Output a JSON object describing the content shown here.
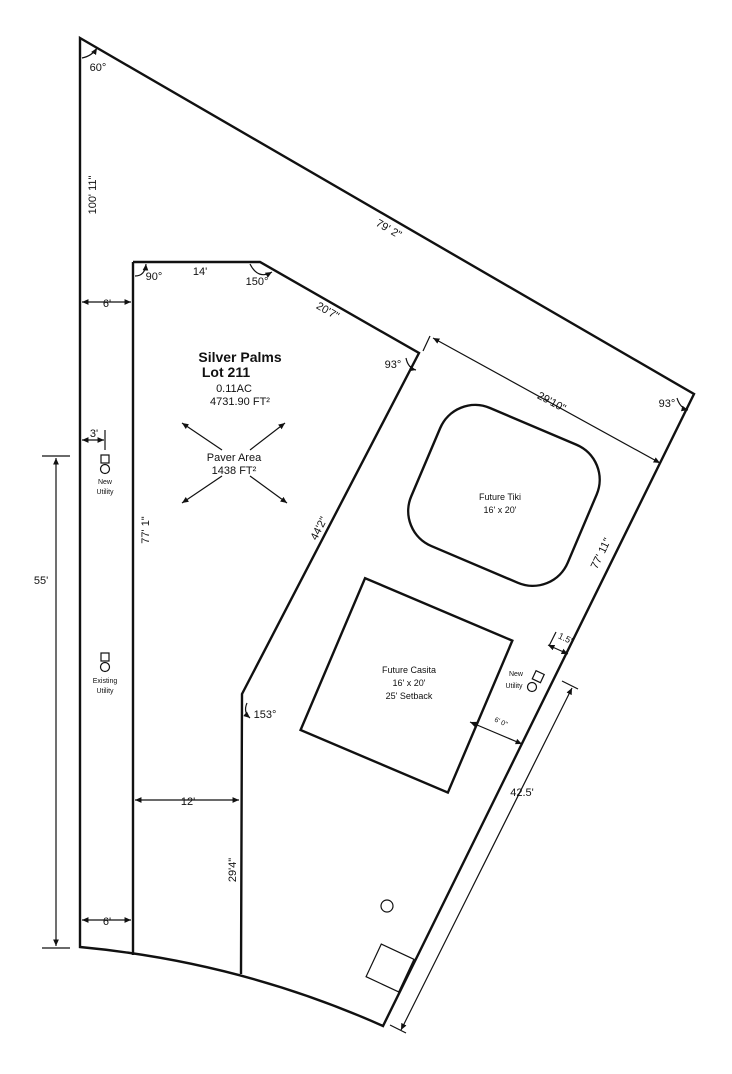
{
  "lot": {
    "name": "Silver Palms",
    "number": "Lot 211",
    "acreage": "0.11AC",
    "area": "4731.90 FT²"
  },
  "paver": {
    "label": "Paver Area",
    "area": "1438 FT²"
  },
  "dimensions": {
    "west_side": "100' 11\"",
    "north_east_side": "79' 2\"",
    "east_side": "77' 11\"",
    "paver_top": "14'",
    "paver_diag": "20'7\"",
    "paver_east": "44'2\"",
    "paver_west": "77' 1\"",
    "paver_bottom": "29'4\"",
    "setback_6_top": "6'",
    "setback_6_bottom": "6'",
    "setback_3": "3'",
    "setback_12": "12'",
    "span_55": "55'",
    "span_42_5": "42.5'",
    "span_29_10": "29'10\"",
    "utility_offset": "1.5'",
    "casita_offset": "6' 0\""
  },
  "angles": {
    "top": "60°",
    "paver_nw": "90°",
    "paver_ne": "150°",
    "paver_diag_end": "93°",
    "lot_east": "93°",
    "paver_sw": "153°"
  },
  "utilities": {
    "new_west_line1": "New",
    "new_west_line2": "Utility",
    "existing_line1": "Existing",
    "existing_line2": "Utility",
    "new_east_line1": "New",
    "new_east_line2": "Utility"
  },
  "tiki": {
    "name": "Future Tiki",
    "size": "16' x 20'"
  },
  "casita": {
    "name": "Future Casita",
    "size": "16' x 20'",
    "setback": "25' Setback"
  }
}
